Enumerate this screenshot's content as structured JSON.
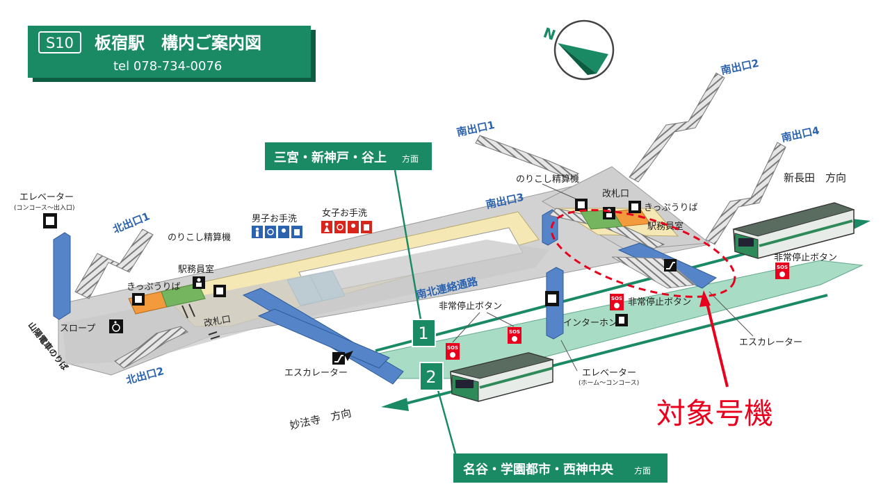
{
  "title": {
    "code": "S10",
    "name": "板宿駅　構内ご案内図",
    "tel": "tel 078-734-0076"
  },
  "compass": {
    "letter": "N"
  },
  "destinations": {
    "up": {
      "main": "三宮・新神戸・谷上",
      "suffix": "方面"
    },
    "down": {
      "main": "名谷・学園都市・西神中央",
      "suffix": "方面"
    }
  },
  "tracks": {
    "one": "1",
    "two": "2"
  },
  "directions": {
    "east": "新長田　方向",
    "west": "妙法寺　方向"
  },
  "exits": {
    "north1": "北出口1",
    "north2": "北出口2",
    "south1": "南出口1",
    "south2": "南出口2",
    "south3": "南出口3",
    "south4": "南出口4"
  },
  "passage": "南北連絡通路",
  "sanyo": "山陽電車のりば",
  "facilities": {
    "elevator_left": "エレベーター",
    "elevator_left_sub": "(コンコース～出入口)",
    "norikoshi_left": "のりこし精算機",
    "ekimuin_left": "駅務員室",
    "kippu_left": "きっぷうりば",
    "slope": "スロープ",
    "kaisatsu_left": "改札口",
    "mens": "男子お手洗",
    "womens": "女子お手洗",
    "escalator_left": "エスカレーター",
    "emergency_left": "非常停止ボタン",
    "interphone": "インターホン",
    "elevator_center": "エレベーター",
    "elevator_center_sub": "(ホーム～コンコース)",
    "norikoshi_right": "のりこし精算機",
    "kaisatsu_right": "改札口",
    "kippu_right": "きっぷうりば",
    "ekimuin_right": "駅務員室",
    "emergency_right": "非常停止ボタン",
    "emergency_far": "非常停止ボタン",
    "escalator_right": "エスカレーター"
  },
  "sos": "SOS",
  "target": "対象号機",
  "colors": {
    "brand_green": "#1a8a64",
    "concourse_yellow": "#f5e8b5",
    "platform_green": "#a9dcc4",
    "gray_floor": "#d2d2d2",
    "label_blue": "#2b63b0",
    "alert_red": "#e8001c"
  }
}
